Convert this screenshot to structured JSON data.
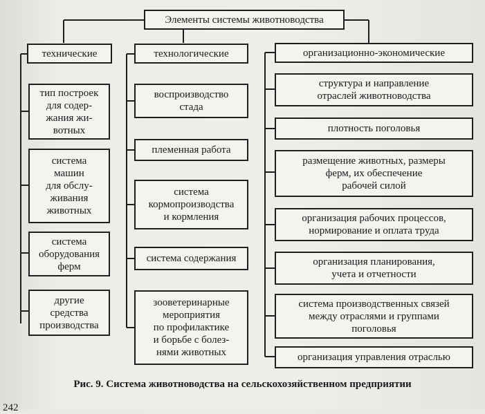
{
  "diagram": {
    "root": "Элементы системы животноводства",
    "columns": [
      {
        "header": "технические",
        "items": [
          "тип построек\nдля содер-\nжания жи-\nвотных",
          "система\nмашин\nдля обслу-\nживания\nживотных",
          "система\nоборудования\nферм",
          "другие\nсредства\nпроизводства"
        ]
      },
      {
        "header": "технологические",
        "items": [
          "воспроизводство\nстада",
          "племенная работа",
          "система\nкормопроизводства\nи кормления",
          "система содержания",
          "зооветеринарные\nмероприятия\nпо профилактике\nи борьбе с болез-\nнями животных"
        ]
      },
      {
        "header": "организационно-экономические",
        "items": [
          "структура и направление\nотраслей животноводства",
          "плотность поголовья",
          "размещение животных, размеры\nферм, их обеспечение\nрабочей силой",
          "организация рабочих процессов,\nнормирование и оплата труда",
          "организация планирования,\nучета и отчетности",
          "система производственных связей\nмежду отраслями и группами\nпоголовья",
          "организация управления отраслью"
        ]
      }
    ]
  },
  "caption": "Рис. 9. Система животноводства на сельскохозяйственном предприятии",
  "page_number": "242"
}
